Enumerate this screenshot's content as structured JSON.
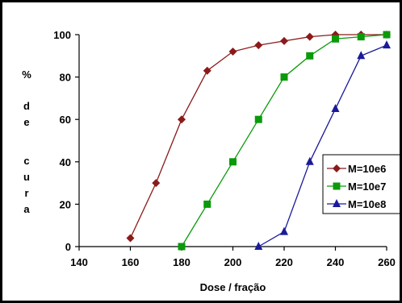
{
  "chart_data": {
    "type": "line",
    "title": "",
    "xlabel": "Dose / fração",
    "ylabel_letters": [
      "%",
      "d",
      "e",
      "c",
      "u",
      "r",
      "a"
    ],
    "xlim": [
      140,
      260
    ],
    "ylim": [
      0,
      100
    ],
    "x_ticks": [
      140,
      160,
      180,
      200,
      220,
      240,
      260
    ],
    "y_ticks": [
      0,
      20,
      40,
      60,
      80,
      100
    ],
    "grid": false,
    "legend_position": "right",
    "series": [
      {
        "name": "M=10e6",
        "color": "#8b1a1a",
        "marker": "diamond",
        "x": [
          160,
          170,
          180,
          190,
          200,
          210,
          220,
          230,
          240,
          250,
          260
        ],
        "y": [
          4,
          30,
          60,
          83,
          92,
          95,
          97,
          99,
          100,
          100,
          100
        ]
      },
      {
        "name": "M=10e7",
        "color": "#0a9a0a",
        "marker": "square",
        "x": [
          180,
          190,
          200,
          210,
          220,
          230,
          240,
          250,
          260
        ],
        "y": [
          0,
          20,
          40,
          60,
          80,
          90,
          98,
          99,
          100
        ]
      },
      {
        "name": "M=10e8",
        "color": "#1a1a9a",
        "marker": "triangle",
        "x": [
          210,
          220,
          230,
          240,
          250,
          260
        ],
        "y": [
          0,
          7,
          40,
          65,
          90,
          95
        ]
      }
    ]
  }
}
